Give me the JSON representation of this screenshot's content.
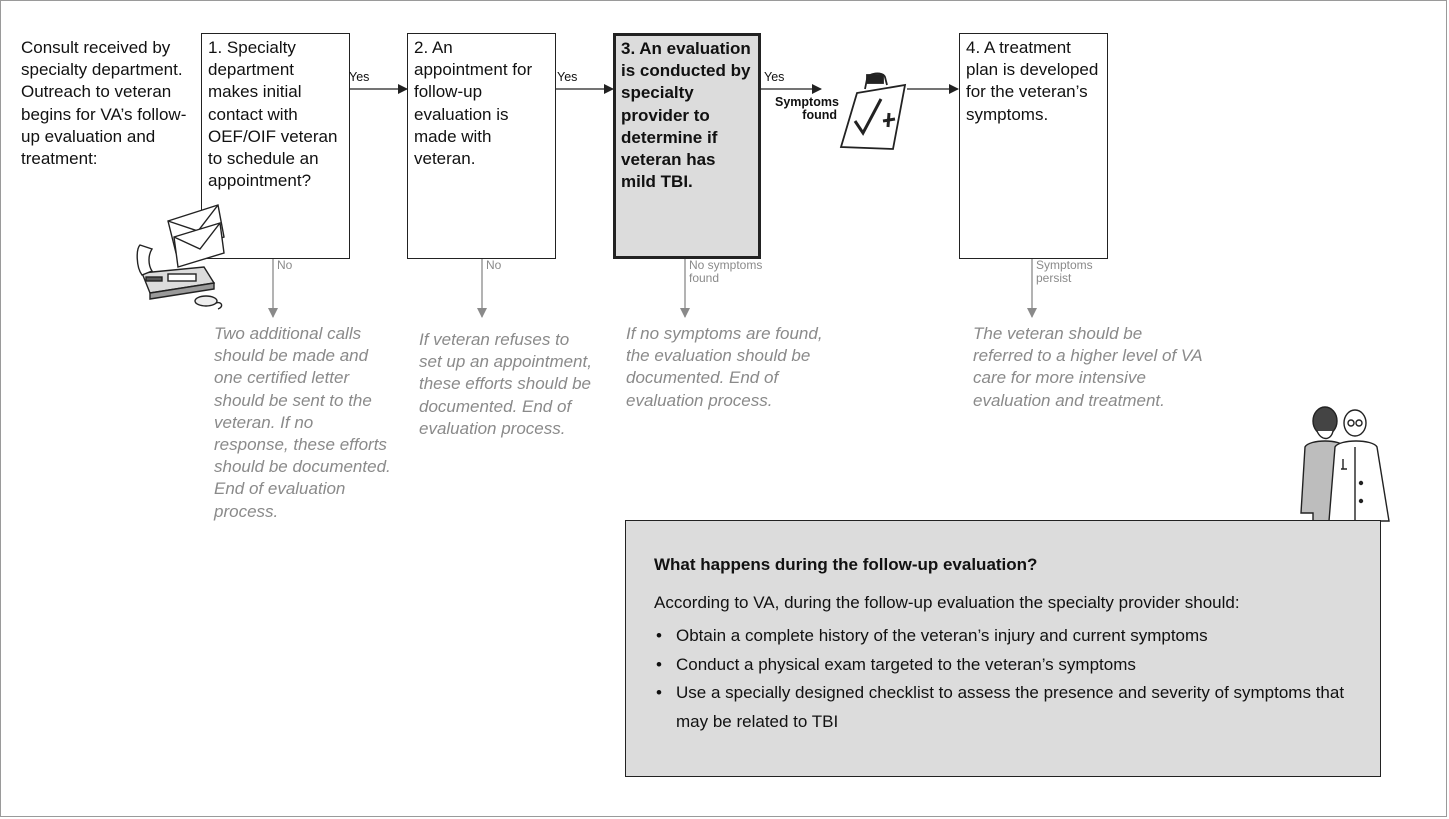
{
  "intro_text": "Consult received by specialty department. Outreach to veteran begins for VA’s follow-up evaluation and treatment:",
  "steps": [
    {
      "text": "1. Specialty department makes initial contact with OEF/OIF veteran to schedule an appointment?",
      "highlighted": false
    },
    {
      "text": "2. An appointment for follow-up evaluation is made with veteran.",
      "highlighted": false
    },
    {
      "text": "3. An evaluation is conducted by specialty provider to determine if veteran has mild TBI.",
      "highlighted": true
    },
    {
      "text": "4. A treatment plan is developed for the veteran’s symptoms.",
      "highlighted": false
    }
  ],
  "connectors": {
    "yes_1": "Yes",
    "yes_2": "Yes",
    "yes_3": "Yes",
    "symptoms_found": "Symptoms found",
    "no_1": "No",
    "no_2": "No",
    "no_3": "No symptoms found",
    "persist_4": "Symptoms persist"
  },
  "outcomes": [
    "Two additional calls should be made and one certified letter should be sent to the veteran. If no response, these efforts should be documented. End of evaluation process.",
    "If veteran refuses to set up an appointment, these efforts should be documented. End of evaluation process.",
    "If no symptoms are found, the evaluation should be documented. End of evaluation process.",
    "The veteran should be referred to a higher level of VA care for more intensive evaluation and treatment."
  ],
  "info_box": {
    "title": "What happens during the follow-up evaluation?",
    "intro": "According to VA, during the follow-up evaluation the specialty provider should:",
    "bullets": [
      "Obtain a complete history of the veteran’s injury and current symptoms",
      "Conduct a physical exam targeted to the veteran’s symptoms",
      "Use a specially designed checklist to assess the presence and severity of symptoms that may be related to TBI"
    ]
  },
  "colors": {
    "highlight_fill": "#dcdcdc",
    "outcome_text": "#8a8a8a",
    "branch_arrow": "#8a8a8a",
    "main_arrow": "#222222"
  },
  "icons": [
    "phone-fax-mail-icon",
    "clipboard-checklist-icon",
    "doctor-and-veteran-illustration"
  ]
}
